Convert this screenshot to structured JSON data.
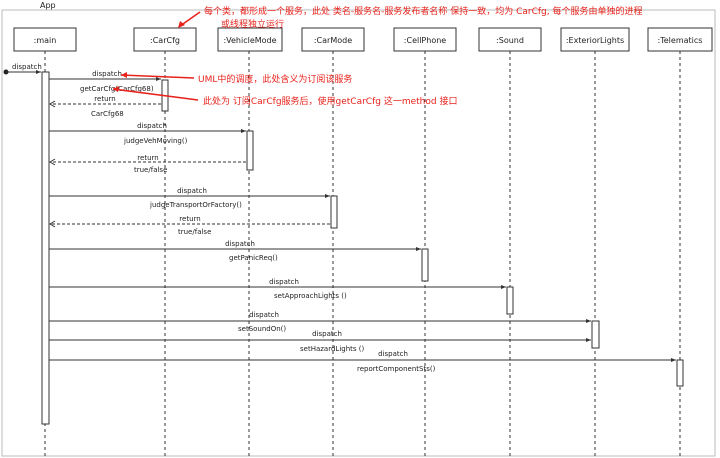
{
  "diagram": {
    "frame_title": "App",
    "participants": [
      ":main",
      ":CarCfg",
      ":VehicleMode",
      ":CarMode",
      ":CellPhone",
      ":Sound",
      ":ExteriorLights",
      ":Telematics"
    ],
    "messages": [
      {
        "from": "start",
        "to": ":main",
        "label": "dispatch",
        "kind": "call"
      },
      {
        "from": ":main",
        "to": ":CarCfg",
        "label": "dispatch",
        "kind": "call"
      },
      {
        "from": ":main",
        "to": ":CarCfg",
        "label": "getCarCfg(CarCfg68)",
        "kind": "call"
      },
      {
        "from": ":CarCfg",
        "to": ":main",
        "label": "return",
        "result": "CarCfg68",
        "kind": "return"
      },
      {
        "from": ":main",
        "to": ":VehicleMode",
        "label": "dispatch",
        "kind": "call"
      },
      {
        "from": ":main",
        "to": ":VehicleMode",
        "label": "judgeVehMoving()",
        "kind": "call"
      },
      {
        "from": ":VehicleMode",
        "to": ":main",
        "label": "return",
        "result": "true/false",
        "kind": "return"
      },
      {
        "from": ":main",
        "to": ":CarMode",
        "label": "dispatch",
        "kind": "call"
      },
      {
        "from": ":main",
        "to": ":CarMode",
        "label": "judgeTransportOrFactory()",
        "kind": "call"
      },
      {
        "from": ":CarMode",
        "to": ":main",
        "label": "return",
        "result": "true/false",
        "kind": "return"
      },
      {
        "from": ":main",
        "to": ":CellPhone",
        "label": "dispatch",
        "kind": "call"
      },
      {
        "from": ":main",
        "to": ":CellPhone",
        "label": "getPanicReq()",
        "kind": "call"
      },
      {
        "from": ":main",
        "to": ":Sound",
        "label": "dispatch",
        "kind": "call"
      },
      {
        "from": ":main",
        "to": ":Sound",
        "label": "setApproachLights ()",
        "kind": "call"
      },
      {
        "from": ":main",
        "to": ":ExteriorLights",
        "label": "dispatch",
        "kind": "call"
      },
      {
        "from": ":main",
        "to": ":ExteriorLights",
        "label": "setSoundOn()",
        "kind": "call"
      },
      {
        "from": ":main",
        "to": ":ExteriorLights",
        "label": "dispatch",
        "kind": "call"
      },
      {
        "from": ":main",
        "to": ":ExteriorLights",
        "label": "setHazardLights ()",
        "kind": "call"
      },
      {
        "from": ":main",
        "to": ":Telematics",
        "label": "dispatch",
        "kind": "call"
      },
      {
        "from": ":main",
        "to": ":Telematics",
        "label": "reportComponentSts()",
        "kind": "call"
      }
    ]
  },
  "annotations": {
    "note_top_line1": "每个类，都形成一个服务，此处 类名-服务名-服务发布者名称 保持一致，均为 CarCfg, 每个服务由单独的进程",
    "note_top_line2": "或线程独立运行",
    "note_dispatch": "UML中的调度，此处含义为订阅该服务",
    "note_method": "此处为 订阅CarCfg服务后，使用getCarCfg 这一method 接口"
  },
  "colors": {
    "annotation": "#e8231c",
    "line": "#333333",
    "box_border": "#333333",
    "text": "#222222"
  }
}
